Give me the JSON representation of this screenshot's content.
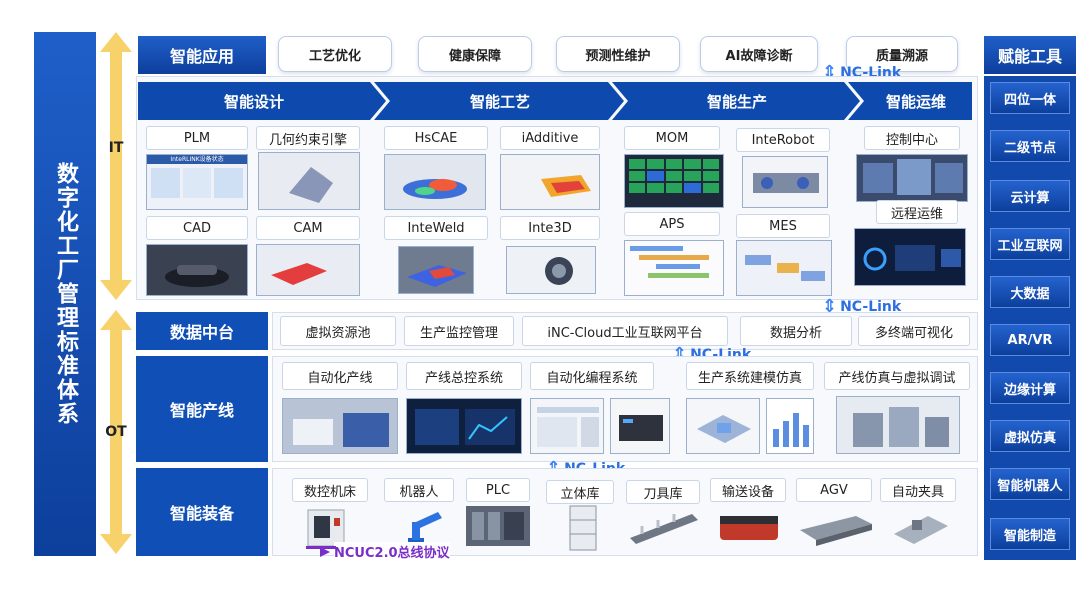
{
  "left_title": "数字化工厂管理标准体系",
  "it_label": "IT",
  "ot_label": "OT",
  "smart_app": {
    "header": "智能应用",
    "items": [
      "工艺优化",
      "健康保障",
      "预测性维护",
      "AI故障诊断",
      "质量溯源"
    ]
  },
  "stages": [
    "智能设计",
    "智能工艺",
    "智能生产",
    "智能运维"
  ],
  "design": [
    "PLM",
    "几何约束引擎",
    "CAD",
    "CAM"
  ],
  "process": [
    "HsCAE",
    "iAdditive",
    "InteWeld",
    "Inte3D"
  ],
  "production": [
    "MOM",
    "InteRobot",
    "APS",
    "MES"
  ],
  "ops": [
    "控制中心",
    "远程运维"
  ],
  "nclink": "NC-Link",
  "data_center": {
    "header": "数据中台",
    "items": [
      "虚拟资源池",
      "生产监控管理",
      "iNC-Cloud工业互联网平台",
      "数据分析",
      "多终端可视化"
    ]
  },
  "smart_line": {
    "header": "智能产线",
    "items": [
      "自动化产线",
      "产线总控系统",
      "自动化编程系统",
      "生产系统建模仿真",
      "产线仿真与虚拟调试"
    ]
  },
  "smart_equip": {
    "header": "智能装备",
    "items": [
      "数控机床",
      "机器人",
      "PLC",
      "立体库",
      "刀具库",
      "输送设备",
      "AGV",
      "自动夹具"
    ],
    "protocol": "NCUC2.0总线协议"
  },
  "tools": {
    "header": "赋能工具",
    "items": [
      "四位一体",
      "二级节点",
      "云计算",
      "工业互联网",
      "大数据",
      "AR/VR",
      "边缘计算",
      "虚拟仿真",
      "智能机器人",
      "智能制造"
    ]
  },
  "screen_caption": "InteRLINK设备状态",
  "colors": {
    "primary": "#1050b6",
    "arrow": "#f5c542",
    "nclink": "#2c6fe0",
    "protocol": "#7a2ec9"
  }
}
